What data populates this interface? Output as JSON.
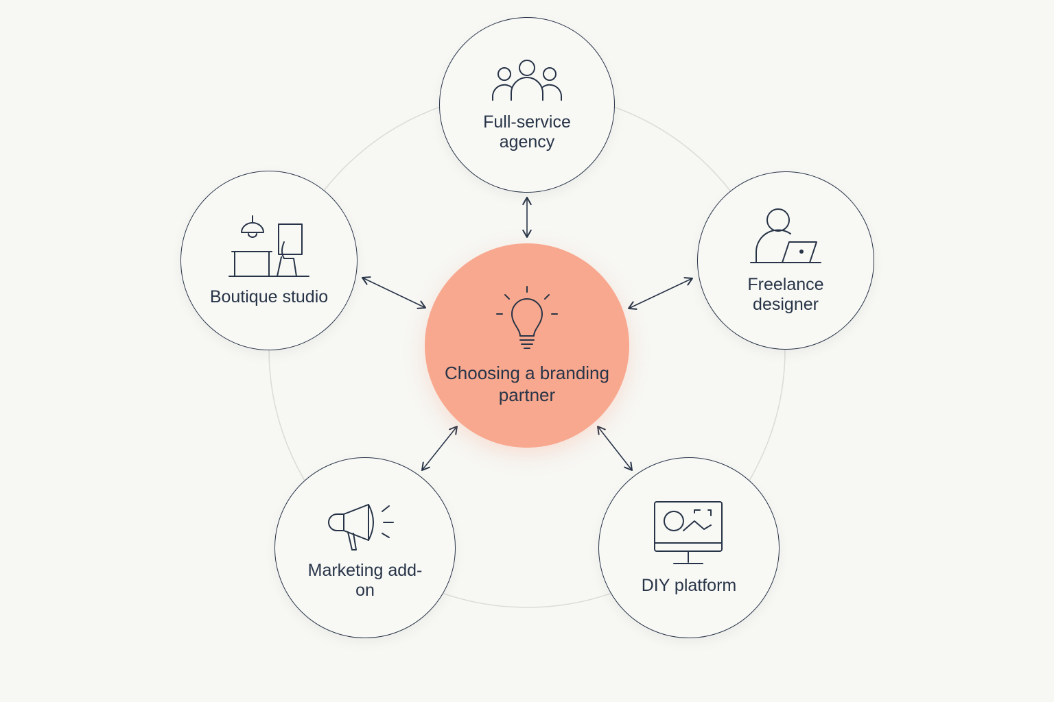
{
  "center": {
    "label": "Choosing a branding partner",
    "icon": "lightbulb-icon",
    "color": "#f8a88e"
  },
  "nodes": [
    {
      "id": "agency",
      "label": "Full-service agency",
      "icon": "team-icon"
    },
    {
      "id": "freelance",
      "label": "Freelance designer",
      "icon": "person-laptop-icon"
    },
    {
      "id": "diy",
      "label": "DIY platform",
      "icon": "monitor-icon"
    },
    {
      "id": "marketing",
      "label": "Marketing add-on",
      "icon": "megaphone-icon"
    },
    {
      "id": "boutique",
      "label": "Boutique studio",
      "icon": "studio-desk-icon"
    }
  ],
  "colors": {
    "background": "#f7f7f4",
    "stroke": "#273447",
    "ring": "#dcdcd8"
  }
}
